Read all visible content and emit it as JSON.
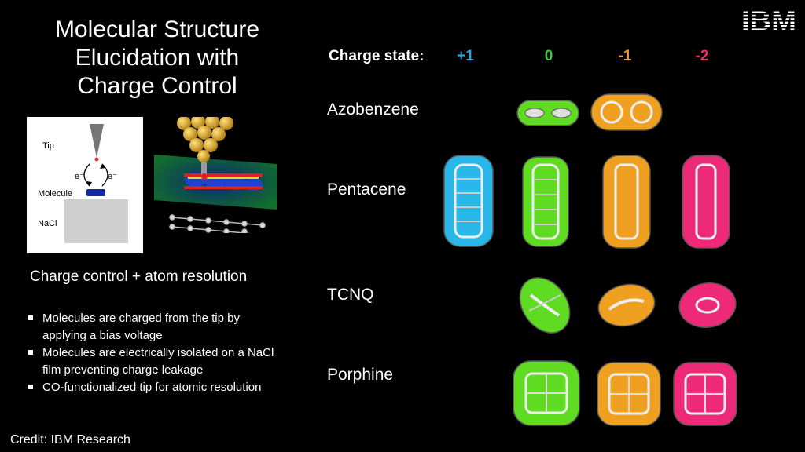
{
  "title_lines": [
    "Molecular Structure",
    "Elucidation with",
    "Charge Control"
  ],
  "logo": "IBM",
  "diagram": {
    "tip": "Tip",
    "electron_left": "e⁻",
    "electron_right": "e⁻",
    "molecule": "Molecule",
    "substrate": "NaCl"
  },
  "subtitle": "Charge control + atom resolution",
  "bullets": [
    "Molecules are charged from the tip by applying a bias voltage",
    "Molecules are electrically isolated on a NaCl film preventing charge leakage",
    "CO-functionalized tip for atomic resolution"
  ],
  "credit": "Credit: IBM Research",
  "charge_state_label": "Charge state:",
  "charge_states": [
    {
      "label": "+1",
      "color": "#29a8e0"
    },
    {
      "label": "0",
      "color": "#3ec83e"
    },
    {
      "label": "-1",
      "color": "#f5a030"
    },
    {
      "label": "-2",
      "color": "#ec2c6a"
    }
  ],
  "molecules": [
    "Azobenzene",
    "Pentacene",
    "TCNQ",
    "Porphine"
  ],
  "halo_colors": {
    "p1": "#29b6e8",
    "n0": "#5fdc22",
    "m1": "#f0a020",
    "m2": "#ee2a78"
  }
}
